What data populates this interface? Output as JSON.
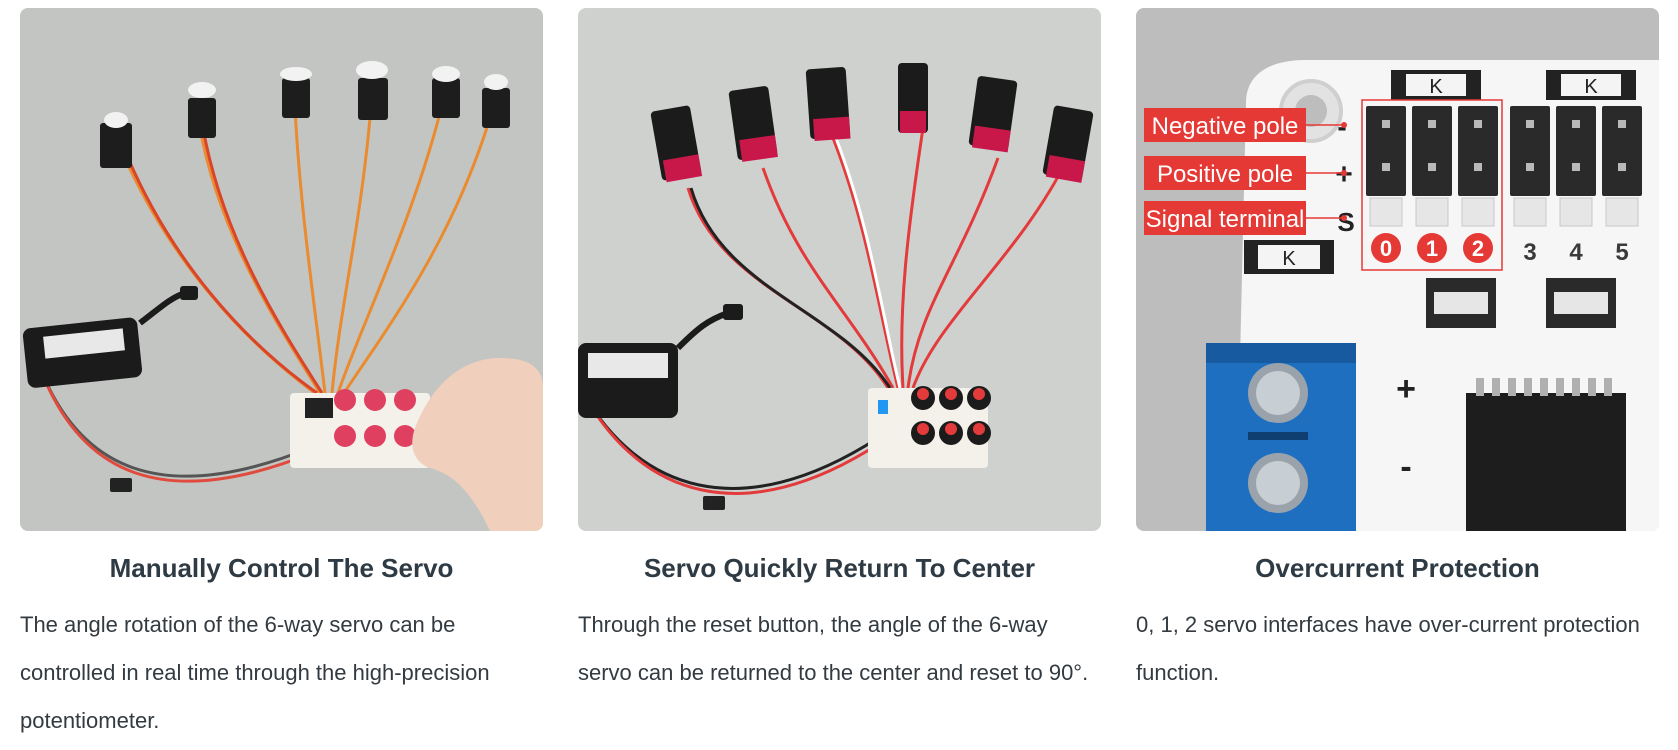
{
  "cards": [
    {
      "title": "Manually Control The Servo",
      "description": "The angle rotation of the 6-way servo can be controlled in real time through the high-precision potentiometer."
    },
    {
      "title": "Servo Quickly Return To Center",
      "description": "Through the reset button, the angle of the 6-way servo can be returned to the center and reset to 90°."
    },
    {
      "title": "Overcurrent Protection",
      "description": "0, 1, 2 servo interfaces have over-current protection function."
    }
  ],
  "board_callouts": {
    "negative": "Negative pole",
    "positive": "Positive pole",
    "signal": "Signal terminal",
    "marks": {
      "minus": "-",
      "plus": "+",
      "signal": "S"
    },
    "protected_ports": [
      "0",
      "1",
      "2"
    ],
    "other_ports": [
      "3",
      "4",
      "5"
    ],
    "terminal_plus": "+",
    "terminal_minus": "-"
  },
  "colors": {
    "accent_red": "#e53935",
    "title_text": "#2f3b44",
    "body_text": "#333a40"
  }
}
